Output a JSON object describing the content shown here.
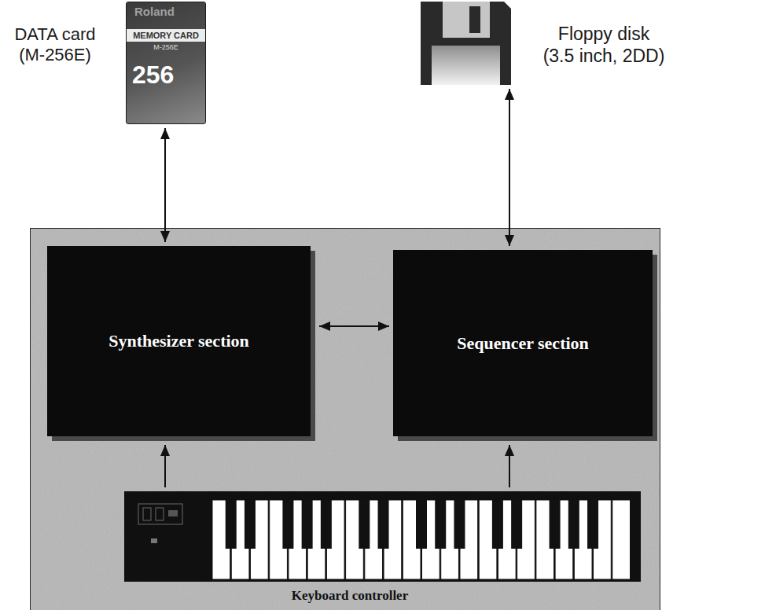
{
  "diagram": {
    "nodes": [
      {
        "text": [
          "DATA card (M-256E)",
          "Roland",
          "MEMORY CARD",
          "M-256E",
          "256"
        ]
      },
      {
        "text": [
          "Floppy disk (3.5 inch, 2DD)"
        ]
      },
      {
        "text": [
          "Synthesizer section"
        ]
      },
      {
        "text": [
          "Sequencer section"
        ]
      },
      {
        "text": [
          "Keyboard controller"
        ]
      }
    ],
    "edges": [
      {
        "from": 0,
        "to": 2,
        "arrow": "both"
      },
      {
        "from": 1,
        "to": 3,
        "arrow": "both"
      },
      {
        "from": 2,
        "to": 3,
        "arrow": "both"
      },
      {
        "from": 4,
        "to": 2,
        "arrow": "to"
      },
      {
        "from": 4,
        "to": 3,
        "arrow": "to"
      }
    ]
  }
}
